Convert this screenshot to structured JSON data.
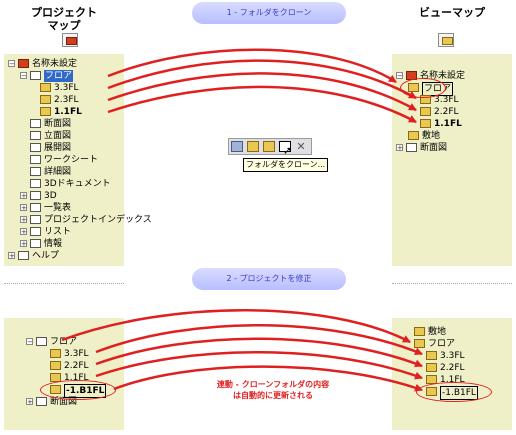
{
  "titles": {
    "left": [
      "プロジェクト",
      "マップ"
    ],
    "right": "ビューマップ"
  },
  "steps": {
    "step1": "1 - フォルダをクローン",
    "step2": "2 - プロジェクトを修正"
  },
  "toolbar": {
    "tooltip": "フォルダをクローン..."
  },
  "project_map_top": [
    "名称未設定",
    "フロア",
    "3.3FL",
    "2.3FL",
    "1.1FL",
    "断面図",
    "立面図",
    "展開図",
    "ワークシート",
    "詳細図",
    "3Dドキュメント",
    "3D",
    "一覧表",
    "プロジェクトインデックス",
    "リスト",
    "情報",
    "ヘルプ"
  ],
  "view_map_top": [
    "名称未設定",
    "フロア",
    "3.3FL",
    "2.2FL",
    "1.1FL",
    "敷地",
    "断面図"
  ],
  "project_map_bottom": [
    "フロア",
    "3.3FL",
    "2.2FL",
    "1.1FL",
    "-1.B1FL",
    "断面図"
  ],
  "view_map_bottom": [
    "敷地",
    "フロア",
    "3.3FL",
    "2.2FL",
    "1.1FL",
    "-1.B1FL"
  ],
  "note": [
    "連動 - クローンフォルダの内容",
    "は自動的に更新される"
  ],
  "colors": {
    "panel": "#f0f0c8",
    "arrow": "#e02020",
    "banner": "#c8ccff",
    "highlight": "#316ac5"
  }
}
